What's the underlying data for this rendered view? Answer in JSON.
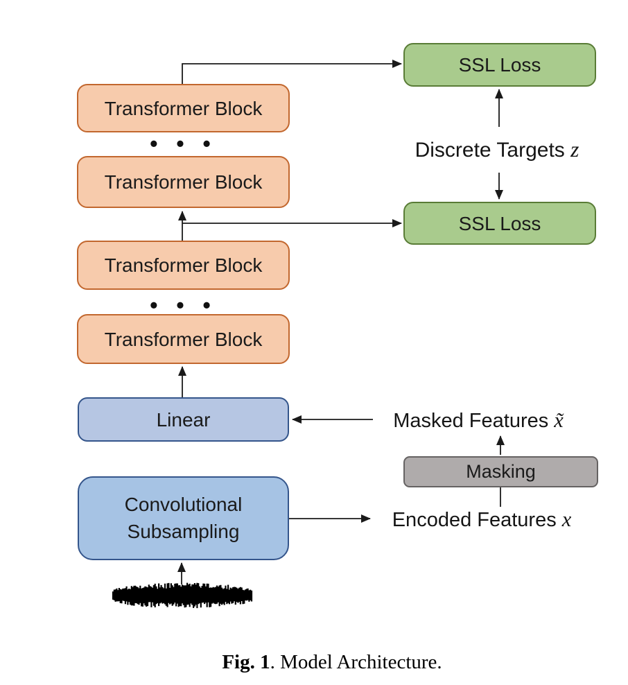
{
  "colors": {
    "orange_fill": "#F7CBAC",
    "orange_border": "#C2672E",
    "green_fill": "#A9CB8D",
    "green_border": "#597C36",
    "blue_light_fill": "#B6C6E3",
    "blue_fill": "#A6C3E4",
    "blue_border": "#34558B",
    "gray_fill": "#AFABAB",
    "gray_border": "#656262",
    "line": "#1A1A1A"
  },
  "nodes": {
    "ssl_loss_top": {
      "label": "SSL Loss"
    },
    "ssl_loss_mid": {
      "label": "SSL Loss"
    },
    "transformer_block_1": {
      "label": "Transformer Block"
    },
    "transformer_block_2": {
      "label": "Transformer Block"
    },
    "transformer_block_3": {
      "label": "Transformer Block"
    },
    "transformer_block_4": {
      "label": "Transformer Block"
    },
    "linear": {
      "label": "Linear"
    },
    "conv": {
      "line1": "Convolutional",
      "line2": "Subsampling"
    },
    "masking": {
      "label": "Masking"
    }
  },
  "annotations": {
    "discrete_targets": {
      "text": "Discrete Targets",
      "symbol": "z"
    },
    "masked_features": {
      "text": "Masked Features",
      "symbol": "x̃"
    },
    "encoded_features": {
      "text": "Encoded Features",
      "symbol": "x"
    },
    "ellipsis_top": "• • •",
    "ellipsis_bottom": "• • •"
  },
  "icons": {
    "waveform": "audio-waveform"
  },
  "caption": {
    "label": "Fig. 1",
    "rest": ". Model Architecture."
  }
}
